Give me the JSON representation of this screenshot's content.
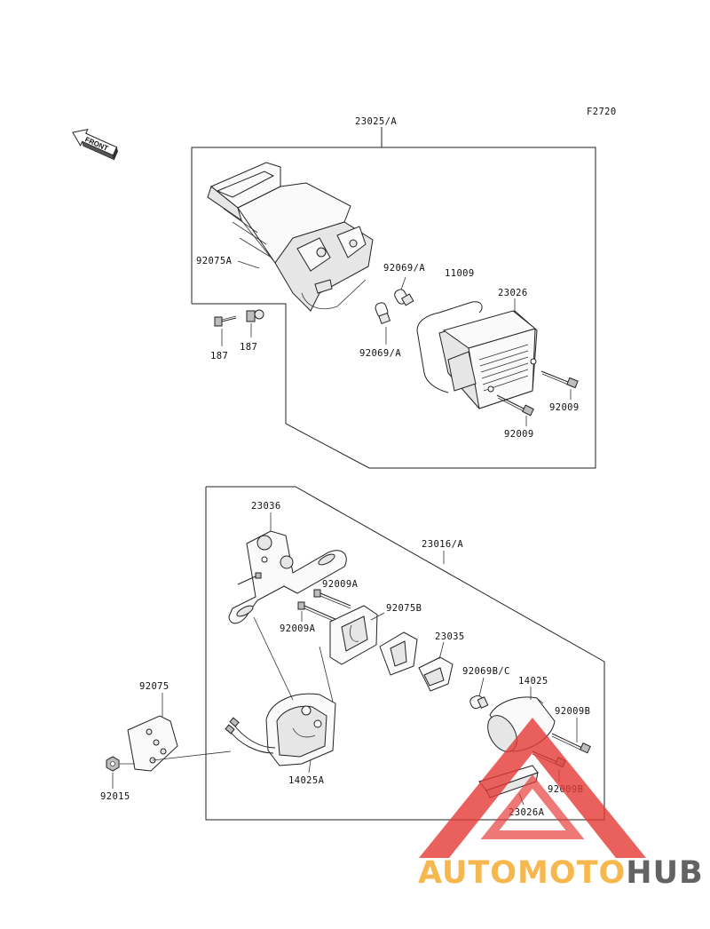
{
  "figure_code": "F2720",
  "front_arrow": {
    "label": "FRONT"
  },
  "groups": {
    "upper_assembly": "23025/A",
    "lower_assembly": "23016/A"
  },
  "labels": {
    "p92075A": "92075A",
    "p92069A_top": "92069/A",
    "p11009": "11009",
    "p23026": "23026",
    "p187_left": "187",
    "p187_right": "187",
    "p92069A_bottom": "92069/A",
    "p92009_right": "92009",
    "p92009_bottom": "92009",
    "p23036": "23036",
    "p92009A_top": "92009A",
    "p92075B": "92075B",
    "p92009A_bottom": "92009A",
    "p23035": "23035",
    "p92069BC": "92069B/C",
    "p14025": "14025",
    "p92075": "92075",
    "p92009B_top": "92009B",
    "p92015": "92015",
    "p14025A": "14025A",
    "p92009B_bottom": "92009B",
    "p23026A": "23026A"
  },
  "watermark": {
    "part1": "AUTOMOTO",
    "part2": "HUB",
    "color1": "#f5a623",
    "color2": "#3d3d3d",
    "triangle_color": "#e53935"
  }
}
